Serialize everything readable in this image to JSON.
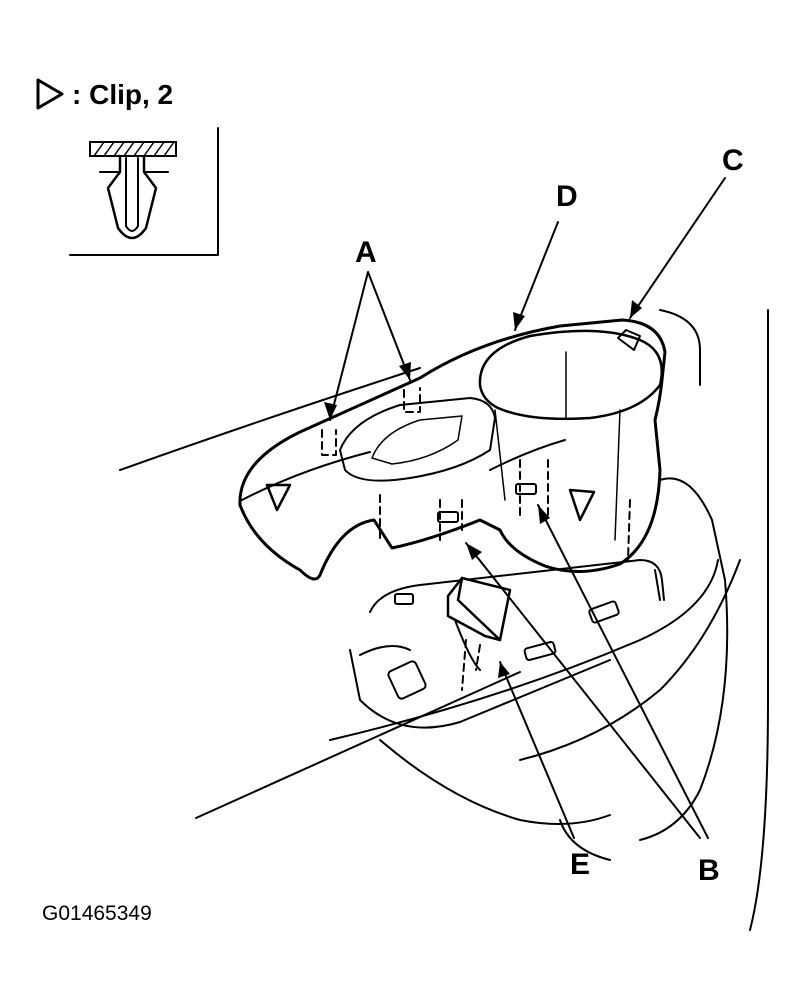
{
  "legend": {
    "icon": "clip-triangle-icon",
    "text": ": Clip, 2"
  },
  "callouts": {
    "a": "A",
    "b": "B",
    "c": "C",
    "d": "D",
    "e": "E"
  },
  "figure_code": "G01465349"
}
